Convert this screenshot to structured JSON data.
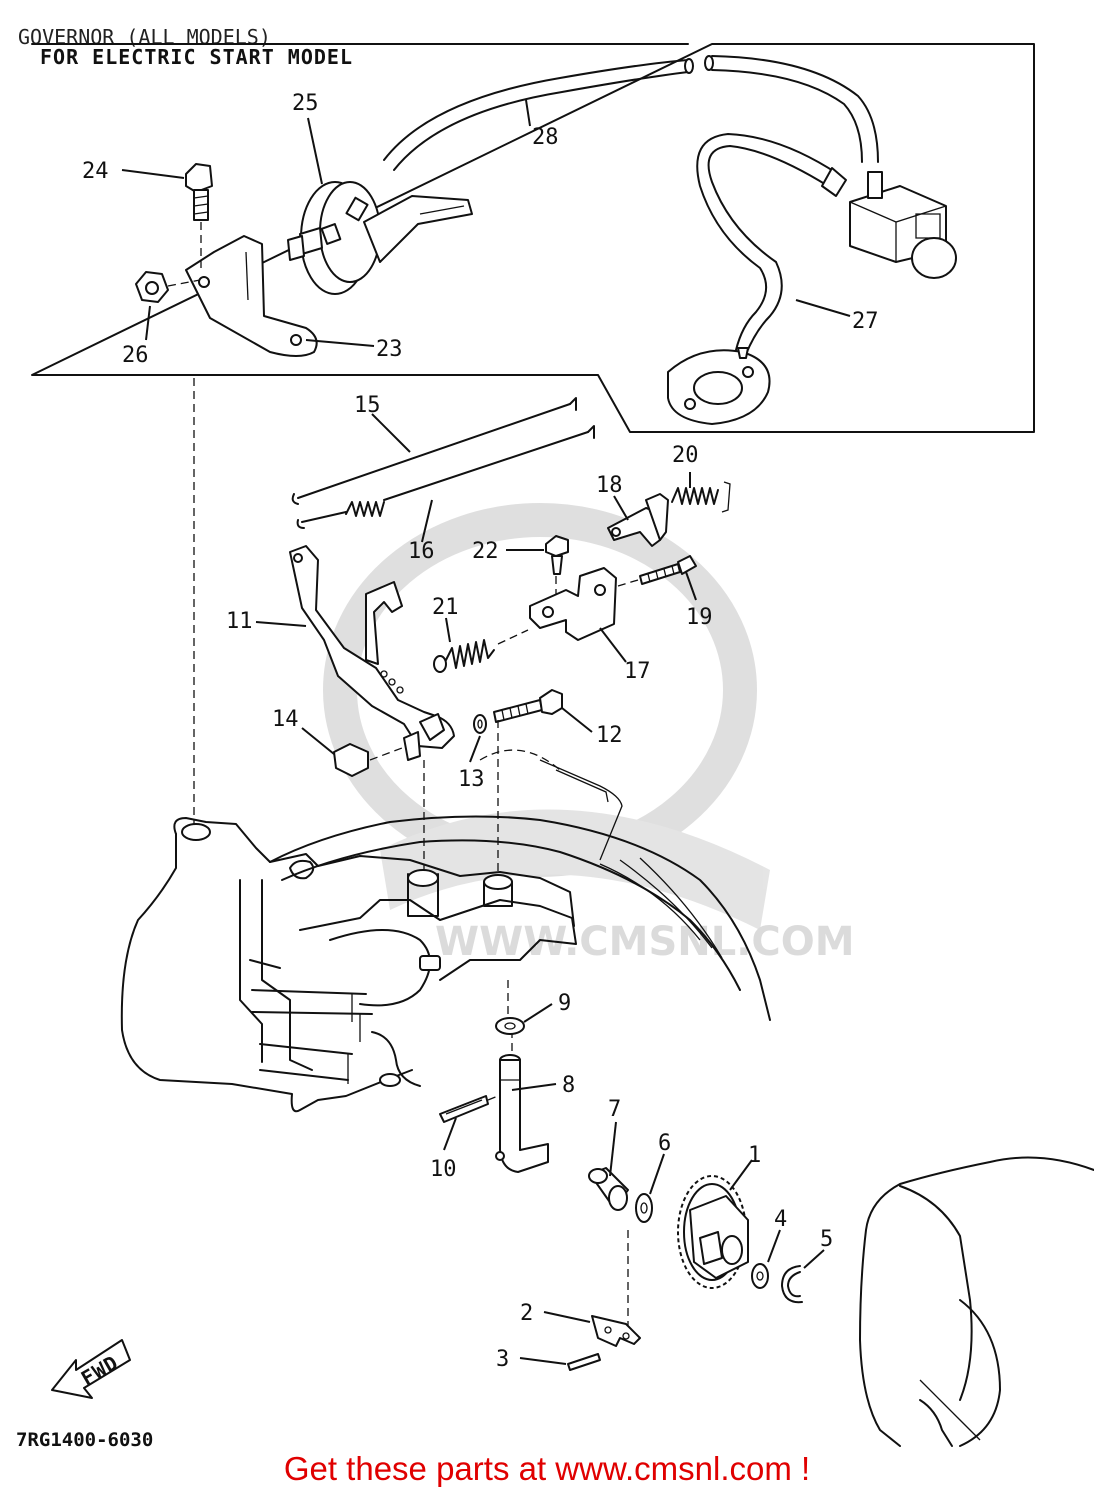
{
  "diagram": {
    "title": "GOVERNOR (ALL MODELS)",
    "inset_title": "FOR ELECTRIC START MODEL",
    "drawing_code": "7RG1400-6030",
    "fwd_label": "FWD",
    "watermark": "WWW.CMSNL.COM",
    "part_numbers": [
      "1",
      "2",
      "3",
      "4",
      "5",
      "6",
      "7",
      "8",
      "9",
      "10",
      "11",
      "12",
      "13",
      "14",
      "15",
      "16",
      "17",
      "18",
      "19",
      "20",
      "21",
      "22",
      "23",
      "24",
      "25",
      "26",
      "27",
      "28"
    ]
  },
  "footer": {
    "text": "Get these parts at www.cmsnl.com !",
    "color": "#e00000"
  }
}
